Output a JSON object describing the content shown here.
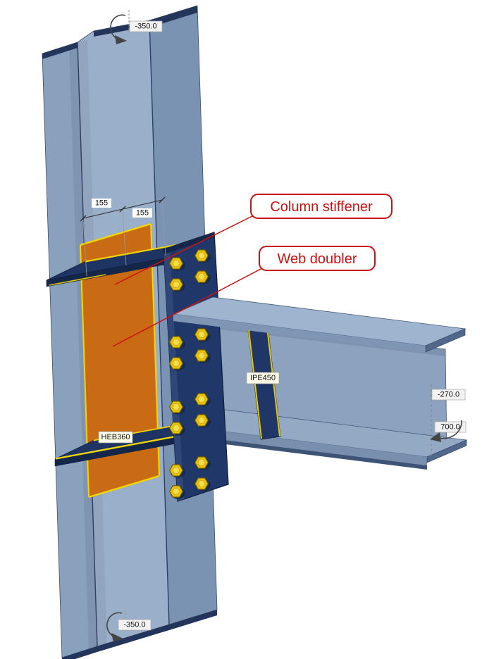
{
  "viewport": {
    "callouts": {
      "stiffener": "Column stiffener",
      "doubler": "Web doubler"
    },
    "part_labels": {
      "column": "HEB360",
      "beam": "IPE450"
    },
    "dimensions": {
      "top_rotation": "-350.0",
      "bottom_rotation": "-350.0",
      "stiffener_width_a": "155",
      "stiffener_width_b": "155",
      "beam_offset": "-270.0",
      "beam_length": "700.0"
    },
    "colors": {
      "steel": "#8AA1BE",
      "steel_light": "#9FB4CE",
      "steel_dark": "#7B93B2",
      "plate_navy": "#1F3666",
      "doubler_orange": "#C96A15",
      "edge_yellow": "#F2D600",
      "bolt_yellow": "#E8C40A",
      "annotation_red": "#CC1111"
    }
  }
}
